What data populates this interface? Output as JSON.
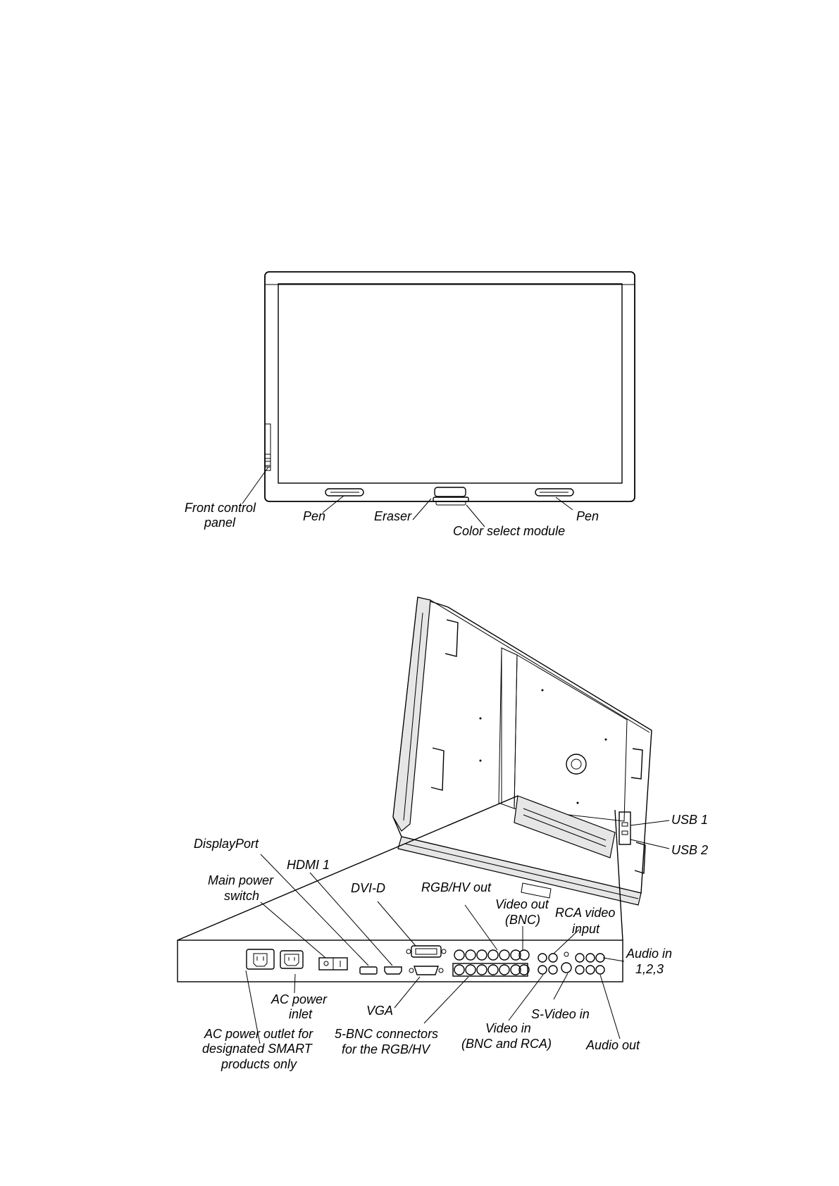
{
  "front_view": {
    "labels": {
      "front_control_panel": [
        "Front control",
        "panel"
      ],
      "pen_left": "Pen",
      "eraser": "Eraser",
      "color_select_module": "Color select module",
      "pen_right": "Pen"
    }
  },
  "rear_view": {
    "labels": {
      "usb1": "USB 1",
      "usb2": "USB 2",
      "displayport": "DisplayPort",
      "hdmi1": "HDMI 1",
      "main_power_switch": [
        "Main power",
        "switch"
      ],
      "dvi_d": "DVI-D",
      "rgb_hv_out": "RGB/HV out",
      "video_out_bnc": [
        "Video out",
        "(BNC)"
      ],
      "rca_video_input": [
        "RCA video",
        "input"
      ],
      "audio_in": [
        "Audio in",
        "1,2,3"
      ],
      "ac_power_inlet": [
        "AC power",
        "inlet"
      ],
      "vga": "VGA",
      "ac_power_outlet": [
        "AC power outlet for",
        "designated SMART",
        "products only"
      ],
      "five_bnc": [
        "5-BNC connectors",
        "for the RGB/HV"
      ],
      "video_in": [
        "Video in",
        "(BNC and RCA)"
      ],
      "s_video_in": "S-Video in",
      "audio_out": "Audio out"
    }
  }
}
